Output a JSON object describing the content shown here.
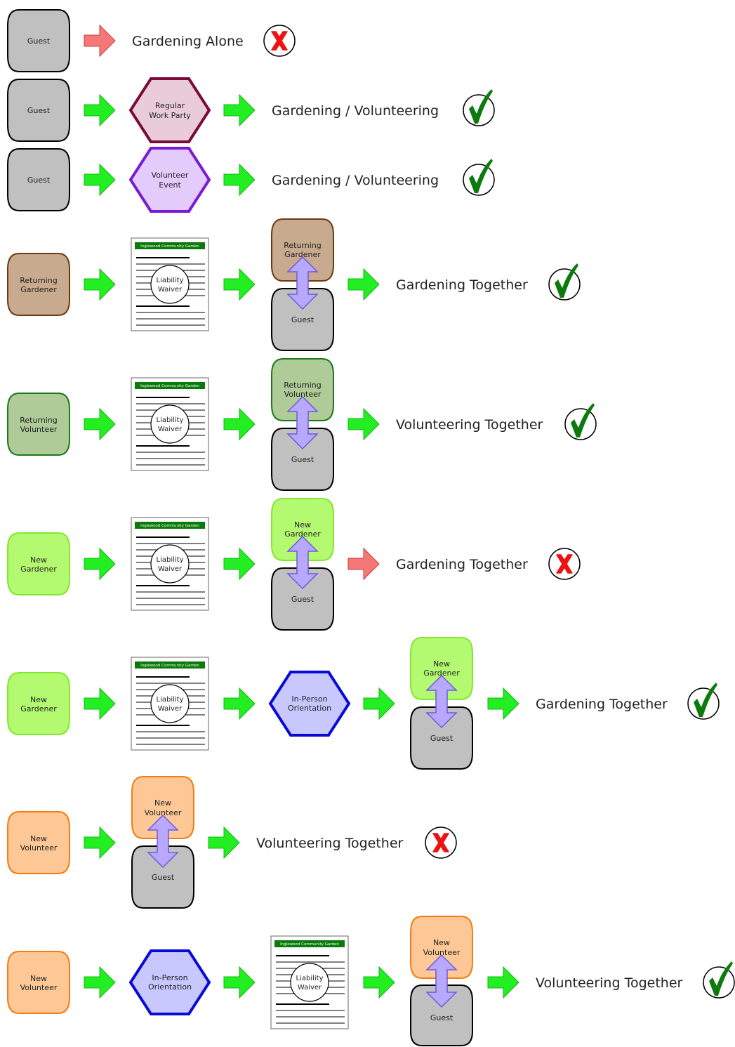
{
  "colors": {
    "guest": {
      "fill": "#c0c0c0",
      "stroke": "#000000"
    },
    "returning_gardener": {
      "fill": "#c8aa8e",
      "stroke": "#6b3a10"
    },
    "returning_volunteer": {
      "fill": "#aecb98",
      "stroke": "#1a7a1a"
    },
    "new_gardener": {
      "fill": "#b4fa70",
      "stroke": "#82e82f"
    },
    "new_volunteer": {
      "fill": "#fdc896",
      "stroke": "#f47c12"
    },
    "regular_work_party": {
      "fill": "#e9ccd8",
      "stroke": "#7a0a3a"
    },
    "volunteer_event": {
      "fill": "#e3ccfc",
      "stroke": "#7a1ad8"
    },
    "orientation": {
      "fill": "#c8c8ff",
      "stroke": "#0a0ad8"
    },
    "good_arrow": "#22ee22",
    "bad_arrow": "#f57878",
    "pair_arrow": "#b8a8ff",
    "check": "#0c7a0c",
    "cross": "#ee1111",
    "waiver_header": "#0a7a0a"
  },
  "icons": {
    "success": "check-mark-icon",
    "failure": "x-mark-icon",
    "forward": "right-arrow-icon",
    "pairing": "double-arrow-icon"
  },
  "labels": {
    "guest": "Guest",
    "returning_gardener_1": "Returning",
    "returning_gardener_2": "Gardener",
    "returning_volunteer_1": "Returning",
    "returning_volunteer_2": "Volunteer",
    "new_gardener_1": "New",
    "new_gardener_2": "Gardener",
    "new_volunteer_1": "New",
    "new_volunteer_2": "Volunteer",
    "regular_work_party_1": "Regular",
    "regular_work_party_2": "Work Party",
    "volunteer_event_1": "Volunteer",
    "volunteer_event_2": "Event",
    "orientation_1": "In-Person",
    "orientation_2": "Orientation",
    "waiver_header": "Inglewood Community Garden",
    "waiver_1": "Liability",
    "waiver_2": "Waiver"
  },
  "rows": [
    {
      "outcome": "Gardening Alone",
      "result": "fail"
    },
    {
      "outcome": "Gardening / Volunteering",
      "result": "pass"
    },
    {
      "outcome": "Gardening / Volunteering",
      "result": "pass"
    },
    {
      "outcome": "Gardening Together",
      "result": "pass"
    },
    {
      "outcome": "Volunteering Together",
      "result": "pass"
    },
    {
      "outcome": "Gardening Together",
      "result": "fail"
    },
    {
      "outcome": "Gardening Together",
      "result": "pass"
    },
    {
      "outcome": "Volunteering Together",
      "result": "fail"
    },
    {
      "outcome": "Volunteering Together",
      "result": "pass"
    }
  ]
}
